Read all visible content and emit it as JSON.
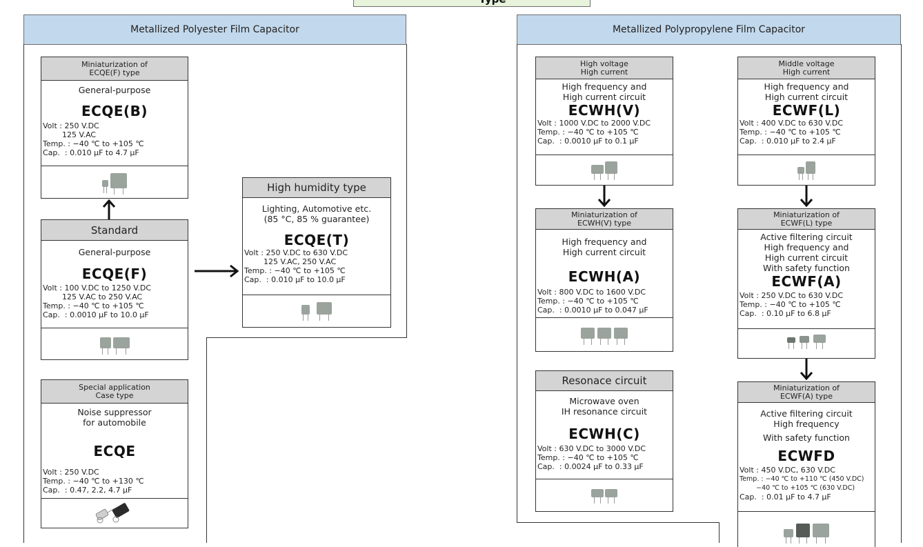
{
  "title_banner": "Type",
  "left_panel": {
    "title": "Metallized Polyester Film Capacitor",
    "cards": {
      "ecqe_b": {
        "header": [
          "Miniaturization of",
          "ECQE(F) type"
        ],
        "application": [
          "General-purpose"
        ],
        "model": "ECQE(B)",
        "specs": [
          "Volt : 250 V.DC",
          "        125 V.AC",
          "Temp. : −40 ℃ to +105 ℃",
          "Cap.  : 0.010 μF to 4.7 μF"
        ]
      },
      "ecqe_f": {
        "header": [
          "Standard"
        ],
        "application": [
          "General-purpose"
        ],
        "model": "ECQE(F)",
        "specs": [
          "Volt : 100 V.DC to 1250 V.DC",
          "        125 V.AC to 250 V.AC",
          "Temp. : −40 ℃ to +105 ℃",
          "Cap.  : 0.0010 μF to 10.0 μF"
        ]
      },
      "ecqe_t": {
        "header": [
          "High humidity type"
        ],
        "application": [
          "Lighting, Automotive etc.",
          "(85 °C, 85 % guarantee)"
        ],
        "model": "ECQE(T)",
        "specs": [
          "Volt : 250 V.DC to 630 V.DC",
          "        125 V.AC, 250 V.AC",
          "Temp. : −40 ℃ to +105 ℃",
          "Cap.  : 0.010 μF to 10.0 μF"
        ]
      },
      "ecqe": {
        "header": [
          "Special application",
          "Case type"
        ],
        "application": [
          "Noise suppressor",
          "for automobile"
        ],
        "model": "ECQE",
        "specs": [
          "Volt : 250 V.DC",
          "Temp. : −40 ℃ to +130 ℃",
          "Cap.  : 0.47, 2.2, 4.7 μF"
        ]
      }
    }
  },
  "right_panel": {
    "title": "Metallized Polypropylene Film Capacitor",
    "cards": {
      "ecwh_v": {
        "header": [
          "High voltage",
          "High current"
        ],
        "application": [
          "High frequency and",
          "High current circuit"
        ],
        "model": "ECWH(V)",
        "specs": [
          "Volt : 1000 V.DC to 2000 V.DC",
          "Temp. : −40 ℃ to +105 ℃",
          "Cap.  : 0.0010 μF to 0.1 μF"
        ]
      },
      "ecwf_l": {
        "header": [
          "Middle voltage",
          "High current"
        ],
        "application": [
          "High frequency and",
          "High current circuit"
        ],
        "model": "ECWF(L)",
        "specs": [
          "Volt : 400 V.DC to 630 V.DC",
          "Temp. : −40 ℃ to +105 ℃",
          "Cap.  : 0.010 μF to 2.4 μF"
        ]
      },
      "ecwh_a": {
        "header": [
          "Miniaturization of",
          "ECWH(V) type"
        ],
        "application": [
          "High frequency and",
          "High current circuit"
        ],
        "model": "ECWH(A)",
        "specs": [
          "Volt : 800 V.DC to 1600 V.DC",
          "Temp. : −40 ℃ to +105 ℃",
          "Cap.  : 0.0010 μF to 0.047 μF"
        ]
      },
      "ecwf_a": {
        "header": [
          "Miniaturization of",
          "ECWF(L) type"
        ],
        "application": [
          "Active filtering circuit",
          "High frequency and",
          "High current circuit",
          "With safety function"
        ],
        "model": "ECWF(A)",
        "specs": [
          "Volt : 250 V.DC to 630 V.DC",
          "Temp. : −40 ℃ to +105 ℃",
          "Cap.  : 0.10 μF to 6.8 μF"
        ]
      },
      "ecwh_c": {
        "header": [
          "Resonace circuit"
        ],
        "application": [
          "Microwave oven",
          "IH resonance circuit"
        ],
        "model": "ECWH(C)",
        "specs": [
          "Volt : 630 V.DC to 3000 V.DC",
          "Temp. : −40 ℃ to +105 ℃",
          "Cap.  : 0.0024 μF to 0.33 μF"
        ]
      },
      "ecwfd": {
        "header": [
          "Miniaturization of",
          "ECWF(A) type"
        ],
        "application": [
          "Active filtering circuit",
          "High frequency",
          "With safety function"
        ],
        "model": "ECWFD",
        "specs": [
          "Volt : 450 V.DC, 630 V.DC",
          "Temp. : −40 ℃ to +110 ℃ (450 V.DC)",
          "        −40 ℃ to +105 ℃ (630 V.DC)",
          "Cap.  : 0.01 μF to 4.7 μF"
        ]
      }
    }
  },
  "colors": {
    "panel_header": "#c2d8ec",
    "card_header": "#d4d4d4",
    "title_banner": "#e8f3dc",
    "capacitor_body": "#9aa39c"
  }
}
